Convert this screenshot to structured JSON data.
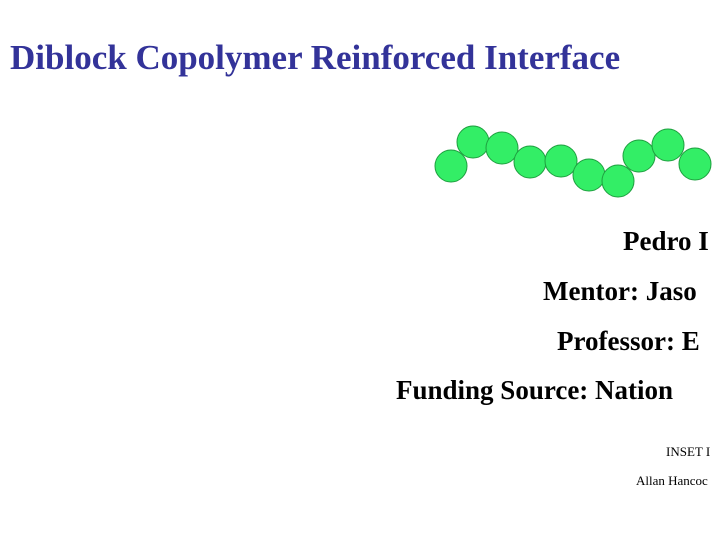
{
  "slide": {
    "title": "Diblock Copolymer Reinforced Interface",
    "title_color": "#333399",
    "bead_color": "#33ee66",
    "lines": [
      "Pedro I",
      "Mentor: Jaso",
      "Professor: E",
      "Funding Source: Nation",
      "INSET I",
      "Allan Hancoc"
    ]
  }
}
